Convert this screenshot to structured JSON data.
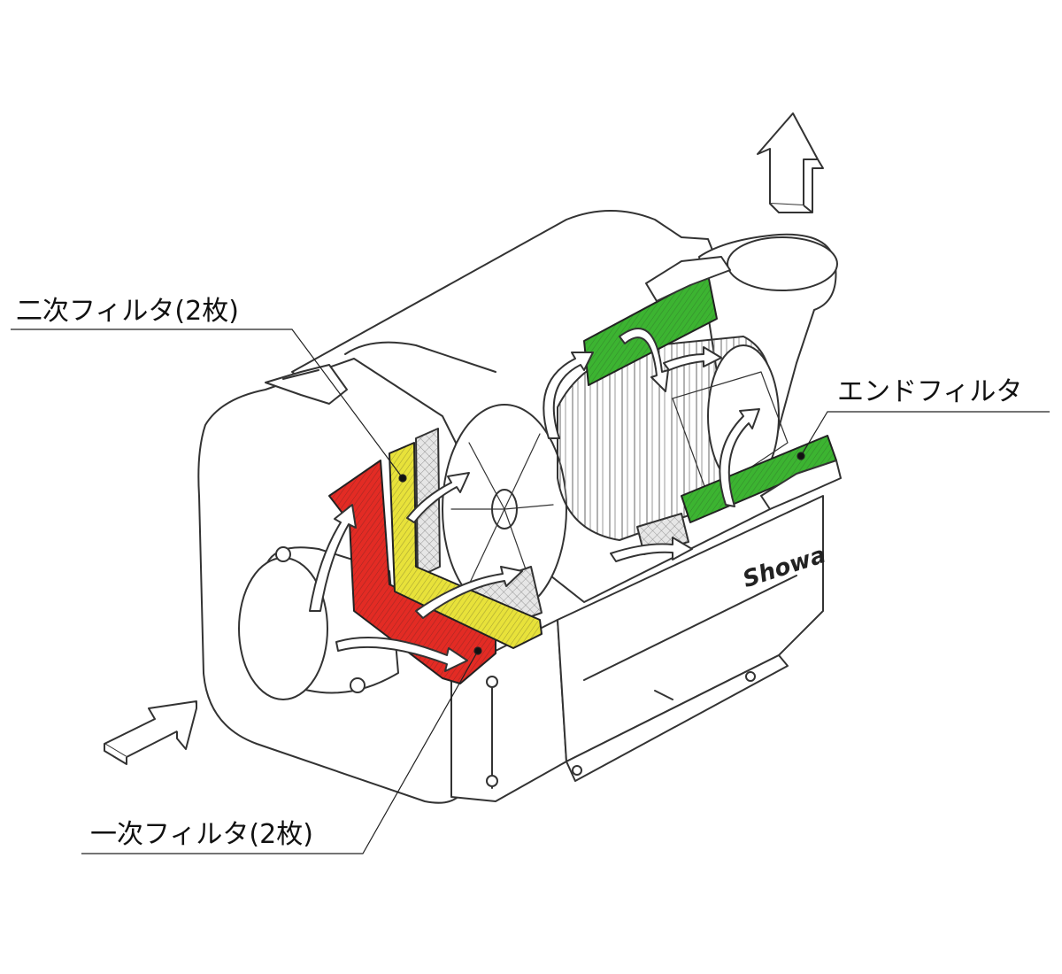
{
  "labels": {
    "secondary_filter": "二次フィルタ(2枚)",
    "end_filter": "エンドフィルタ",
    "primary_filter": "一次フィルタ(2枚)"
  },
  "brand": "Showa",
  "colors": {
    "primary_filter": "#e32b24",
    "secondary_filter": "#e8e23a",
    "end_filter": "#3cb431",
    "line": "#333333",
    "mesh": "#d8d8d8"
  },
  "icons": {
    "inlet": "inlet-arrow-icon",
    "outlet": "outlet-arrow-icon"
  }
}
